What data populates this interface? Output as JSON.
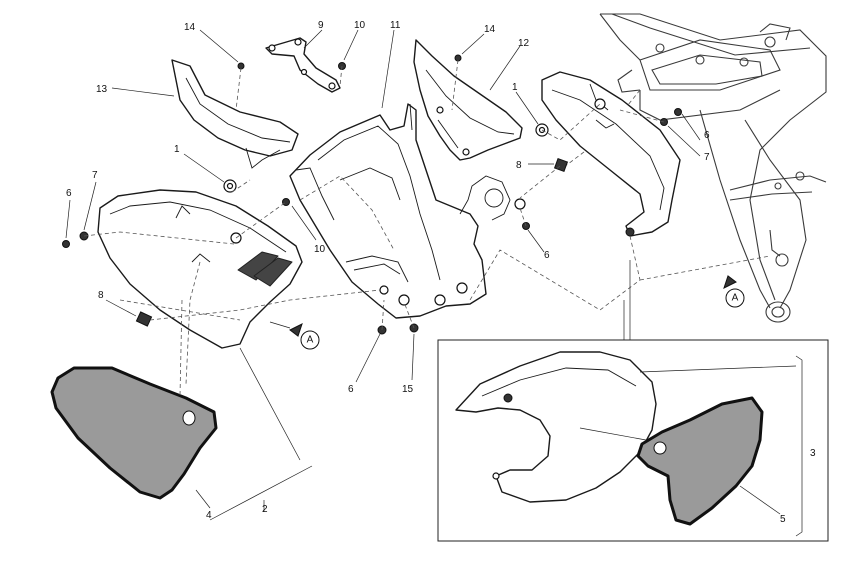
{
  "diagram": {
    "callouts": {
      "c14a": "14",
      "c9": "9",
      "c10": "10",
      "c11": "11",
      "c14b": "14",
      "c12": "12",
      "c13": "13",
      "c1a": "1",
      "c1b": "1",
      "c6a": "6",
      "c6b": "6",
      "c6c": "6",
      "c6d": "6",
      "c7a": "7",
      "c7b": "7",
      "c8a": "8",
      "c8b": "8",
      "c10b": "10",
      "c15": "15",
      "c4": "4",
      "c2": "2",
      "c3": "3",
      "c5": "5"
    },
    "reference_marks": {
      "left": "A",
      "right": "A"
    }
  }
}
